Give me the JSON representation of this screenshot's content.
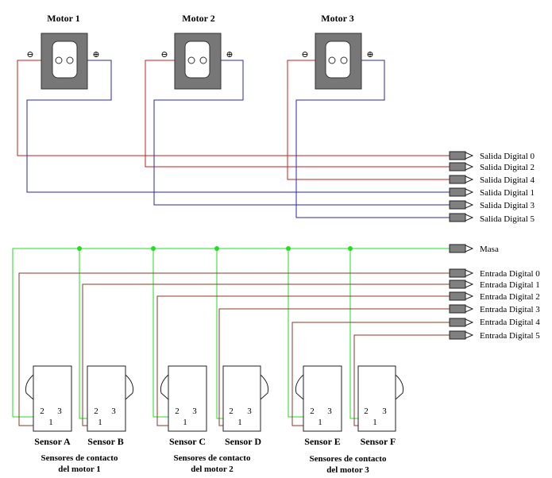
{
  "motors": [
    {
      "name": "Motor 1",
      "neg": "⊖",
      "pos": "⊕"
    },
    {
      "name": "Motor 2",
      "neg": "⊖",
      "pos": "⊕"
    },
    {
      "name": "Motor 3",
      "neg": "⊖",
      "pos": "⊕"
    }
  ],
  "outputs": [
    "Salida Digital 0",
    "Salida Digital 2",
    "Salida Digital 4",
    "Salida Digital 1",
    "Salida Digital 3",
    "Salida Digital 5"
  ],
  "ground": "Masa",
  "inputs": [
    "Entrada Digital 0",
    "Entrada Digital 1",
    "Entrada Digital 2",
    "Entrada Digital 3",
    "Entrada Digital 4",
    "Entrada Digital 5"
  ],
  "sensors": [
    {
      "name": "Sensor A",
      "p2": "2",
      "p3": "3",
      "p1": "1"
    },
    {
      "name": "Sensor B",
      "p2": "2",
      "p3": "3",
      "p1": "1"
    },
    {
      "name": "Sensor C",
      "p2": "2",
      "p3": "3",
      "p1": "1"
    },
    {
      "name": "Sensor D",
      "p2": "2",
      "p3": "3",
      "p1": "1"
    },
    {
      "name": "Sensor E",
      "p2": "2",
      "p3": "3",
      "p1": "1"
    },
    {
      "name": "Sensor F",
      "p2": "2",
      "p3": "3",
      "p1": "1"
    }
  ],
  "groups": [
    {
      "line1": "Sensores de contacto",
      "line2": "del motor 1"
    },
    {
      "line1": "Sensores de contacto",
      "line2": "del motor 2"
    },
    {
      "line1": "Sensores de contacto",
      "line2": "del motor 3"
    }
  ],
  "colors": {
    "red": "#c02020",
    "blue": "#2a2aa8",
    "green": "#22dd22",
    "brown": "#8a3a2a",
    "motor_body": "#777777",
    "connector": "#808080"
  }
}
